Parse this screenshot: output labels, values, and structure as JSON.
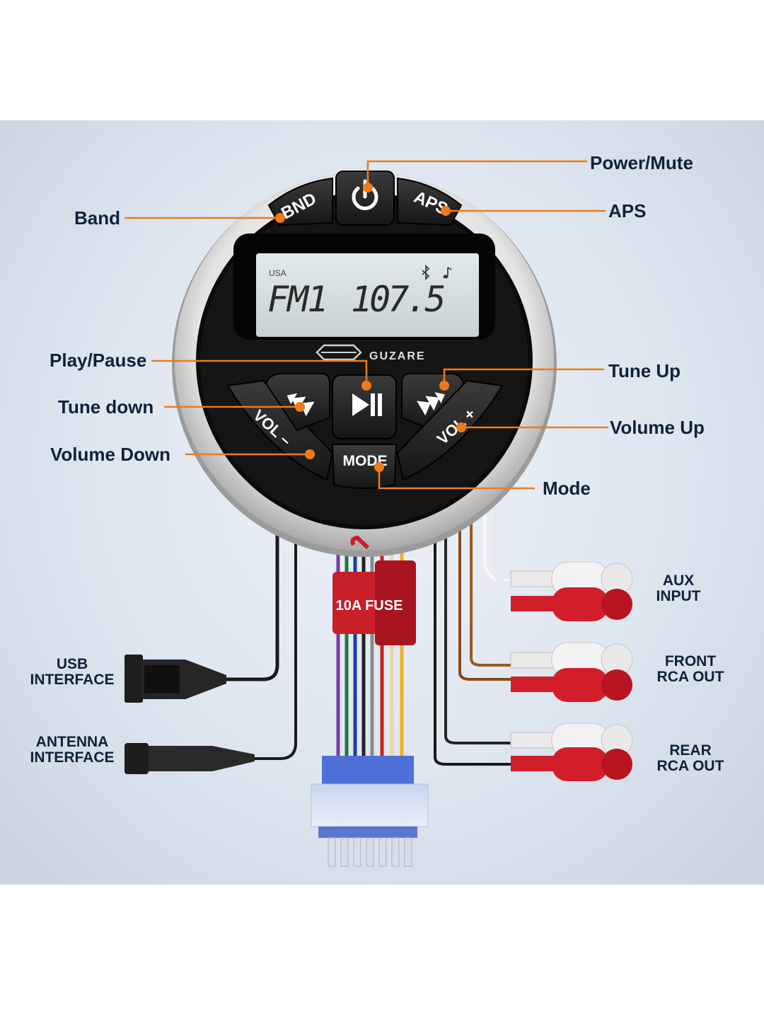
{
  "brand": "GUZARE",
  "display": {
    "region": "USA",
    "band": "FM1",
    "frequency": "107.5",
    "bluetooth_icon": "bluetooth-icon",
    "music_icon": "music-note-icon"
  },
  "buttons": {
    "bnd": "BND",
    "power_icon": "power-icon",
    "aps": "APS",
    "prev_icon": "skip-back-icon",
    "play_pause_icon": "play-pause-icon",
    "next_icon": "skip-forward-icon",
    "vol_minus": "VOL –",
    "vol_plus": "VOL +",
    "mode": "MODE"
  },
  "callouts": {
    "power_mute": "Power/Mute",
    "band": "Band",
    "aps": "APS",
    "play_pause": "Play/Pause",
    "tune_up": "Tune Up",
    "tune_down": "Tune down",
    "volume_up": "Volume Up",
    "volume_down": "Volume Down",
    "mode": "Mode"
  },
  "connectors": {
    "fuse": "10A FUSE",
    "usb": [
      "USB",
      "INTERFACE"
    ],
    "antenna": [
      "ANTENNA",
      "INTERFACE"
    ],
    "aux": [
      "AUX",
      "INPUT"
    ],
    "front": [
      "FRONT",
      "RCA OUT"
    ],
    "rear": [
      "REAR",
      "RCA OUT"
    ]
  },
  "colors": {
    "callout_line": "#f07a1a",
    "rca_red": "#d21e2b",
    "rca_white": "#f2f2f2",
    "lcd": "#d7e0e2",
    "bezel": "#e6e6e6"
  }
}
